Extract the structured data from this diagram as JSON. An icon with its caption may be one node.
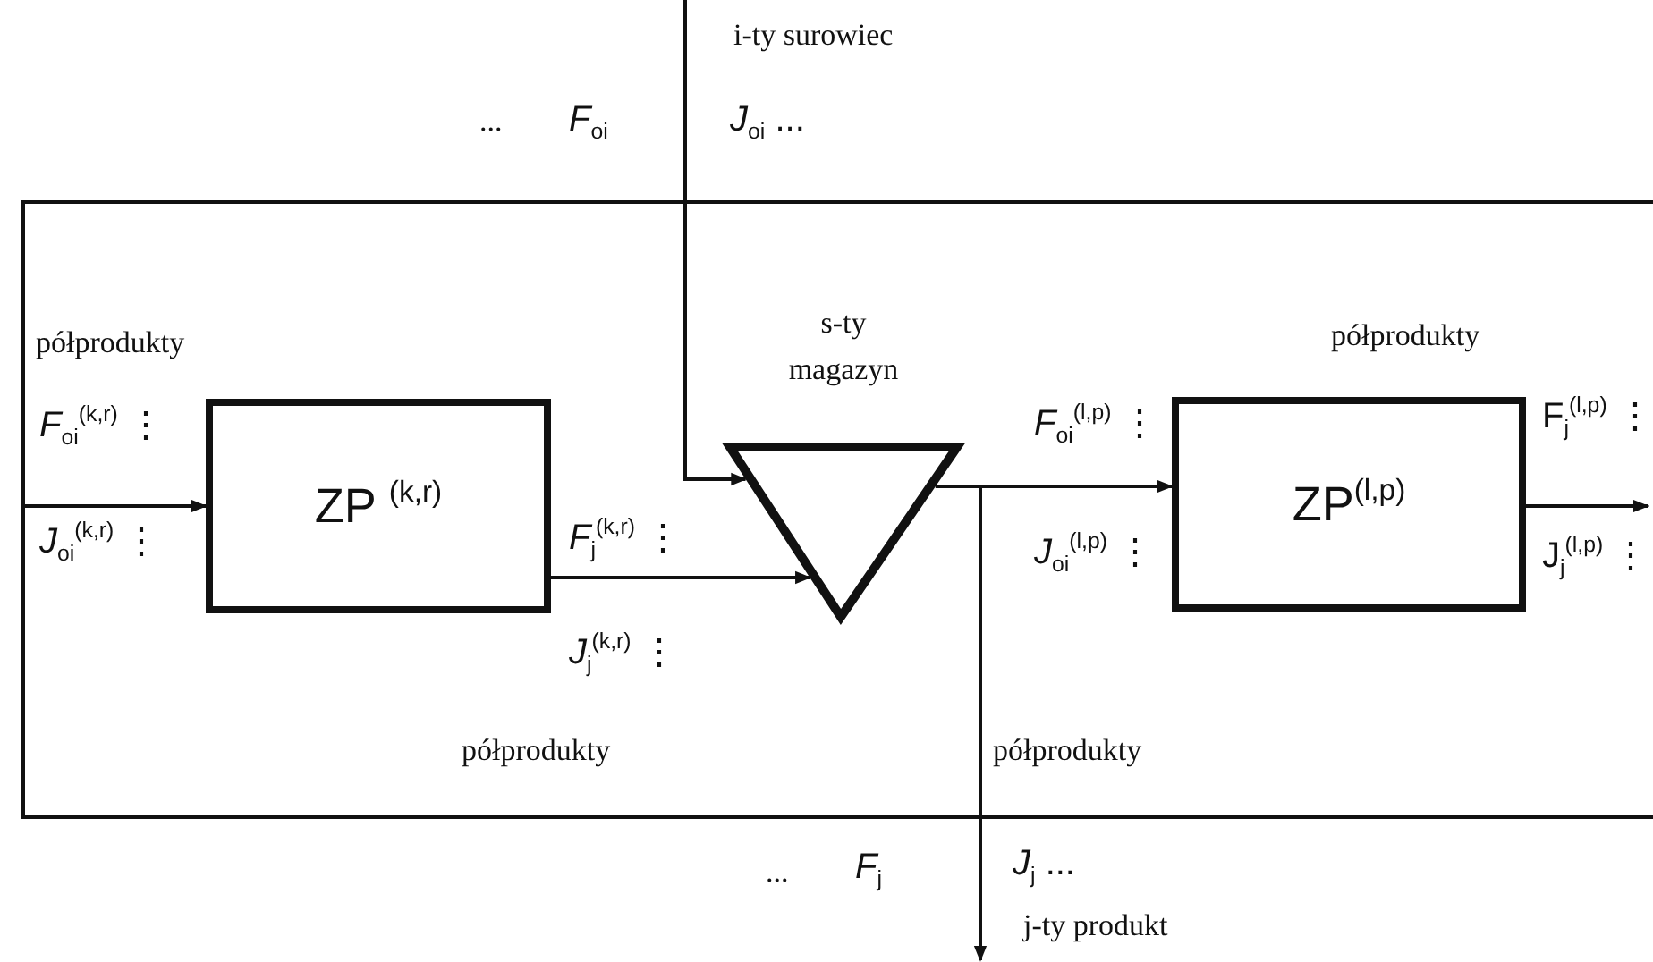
{
  "diagram": {
    "nodes": [
      {
        "text": [],
        "shape": "box"
      },
      {
        "text": [
          "ZP $^{(k,r)}$"
        ],
        "in": 0
      },
      {
        "text": [
          "s-ty magazyn"
        ],
        "in": 0
      },
      {
        "text": [
          "ZP$^{(l,p)}$"
        ],
        "in": 0
      }
    ],
    "edges": [
      {
        "from": null,
        "to": 2,
        "arrow": "to"
      },
      {
        "from": null,
        "to": 1,
        "arrow": "to"
      },
      {
        "from": 1,
        "to": 2,
        "arrow": "to"
      },
      {
        "from": 2,
        "to": 3,
        "arrow": "to"
      },
      {
        "from": 2,
        "to": null,
        "arrow": "to"
      },
      {
        "from": 3,
        "to": null,
        "arrow": "to"
      }
    ],
    "labels": [
      "i-ty surowiec",
      "...",
      "*F*$_{oi}$",
      "*J*$_{oi}$ ...",
      "półprodukty",
      "*F*$_{oi}$$^{(k,r)}$ ⋮",
      "*J*$_{oi}$$^{(k,r)}$ ⋮",
      "*F*$_{j}$$^{(k,r)}$ ⋮",
      "*J*$_{j}$$^{(k,r)}$ ⋮",
      "półprodukty",
      "*F*$_{oi}$$^{(l,p)}$ ⋮",
      "*J*$_{oi}$$^{(l,p)}$ ⋮",
      "półprodukty",
      "F$_{j}$$^{(l,p)}$ ⋮",
      "J$_{j}$$^{(l,p)}$ ⋮",
      "półprodukty",
      "...",
      "*F*$_{j}$",
      "*J*$_{j}$ ...",
      "j-ty produkt"
    ]
  }
}
